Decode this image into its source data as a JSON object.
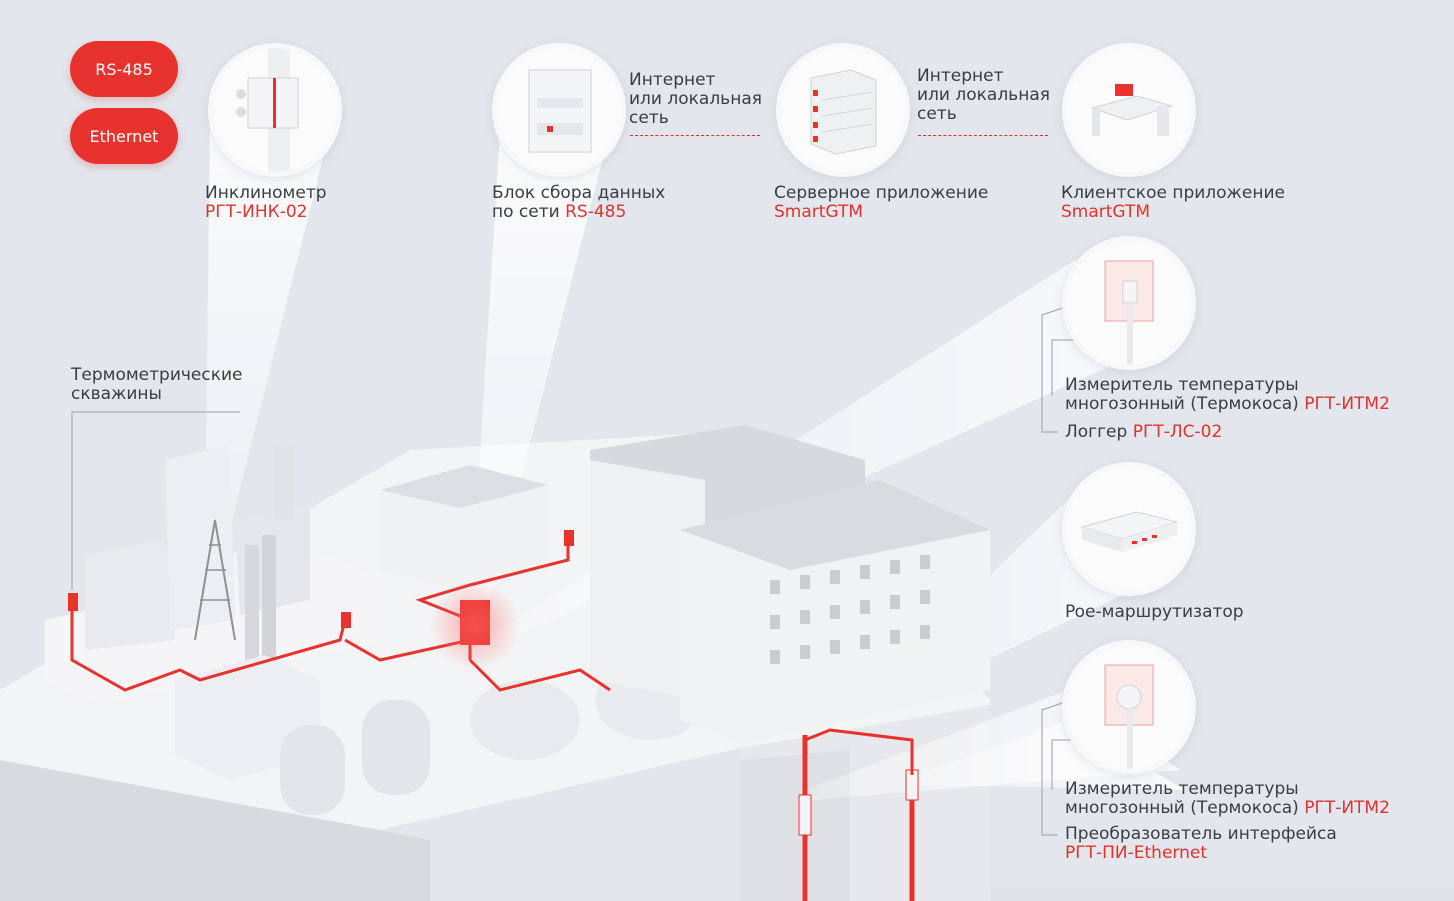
{
  "legend": {
    "rs485": "RS-485",
    "ethernet": "Ethernet"
  },
  "net_notes": {
    "left": [
      "Интернет",
      "или локальная",
      "сеть"
    ],
    "right": [
      "Интернет",
      "или локальная",
      "сеть"
    ]
  },
  "labels": {
    "inclinometer": {
      "title": "Инклинометр",
      "model": "РГТ-ИНК-02"
    },
    "collector": {
      "title_line1": "Блок сбора данных",
      "title_line2": "по сети ",
      "model": "RS-485"
    },
    "server": {
      "title": "Серверное приложение",
      "model": "SmartGTM"
    },
    "client": {
      "title": "Клиентское приложение",
      "model": "SmartGTM"
    },
    "wells": {
      "line1": "Термометрические",
      "line2": "скважины"
    },
    "itm_top": {
      "line1": "Измеритель температуры",
      "line2": "многозонный (Термокоса) ",
      "model": "РГТ-ИТМ2"
    },
    "logger": {
      "title": "Логгер ",
      "model": "РГТ-ЛС-02"
    },
    "router": {
      "title": "Poe-маршрутизатор"
    },
    "itm_bottom": {
      "line1": "Измеритель температуры",
      "line2": "многозонный (Термокоса) ",
      "model": "РГТ-ИТМ2"
    },
    "converter": {
      "title": "Преобразователь интерфейса",
      "model": "РГТ-ПИ-Ethernet"
    }
  },
  "colors": {
    "accent": "#e8322e",
    "background": "#e3e6ec",
    "building": "#f1f2f4",
    "text": "#3a3d44"
  },
  "icons": [
    "inclinometer-icon",
    "data-collector-icon",
    "server-icon",
    "workstation-icon",
    "thermo-sensor-icon",
    "router-icon",
    "converter-icon"
  ]
}
